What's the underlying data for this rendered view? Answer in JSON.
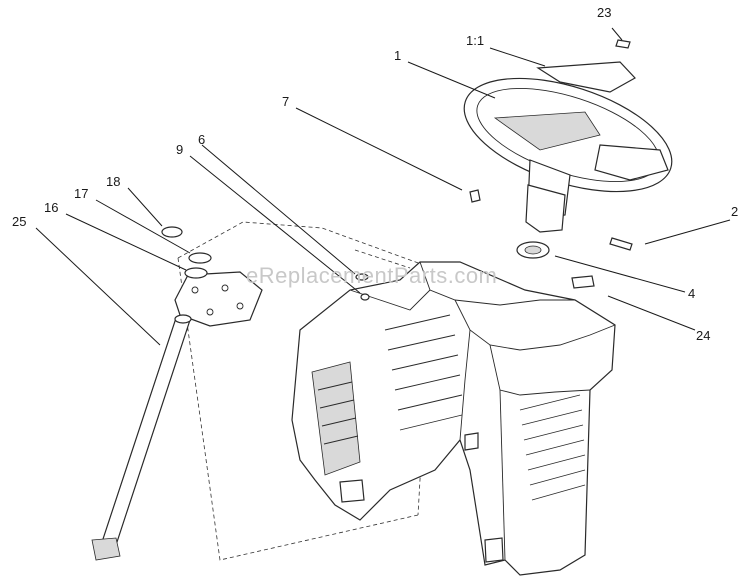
{
  "diagram": {
    "watermark": "eReplacementParts.com",
    "callouts": [
      {
        "id": "23",
        "label": "23"
      },
      {
        "id": "1-1",
        "label": "1:1"
      },
      {
        "id": "1",
        "label": "1"
      },
      {
        "id": "7",
        "label": "7"
      },
      {
        "id": "6",
        "label": "6"
      },
      {
        "id": "9",
        "label": "9"
      },
      {
        "id": "18",
        "label": "18"
      },
      {
        "id": "17",
        "label": "17"
      },
      {
        "id": "16",
        "label": "16"
      },
      {
        "id": "25",
        "label": "25"
      },
      {
        "id": "2",
        "label": "2"
      },
      {
        "id": "4",
        "label": "4"
      },
      {
        "id": "24",
        "label": "24"
      }
    ]
  }
}
